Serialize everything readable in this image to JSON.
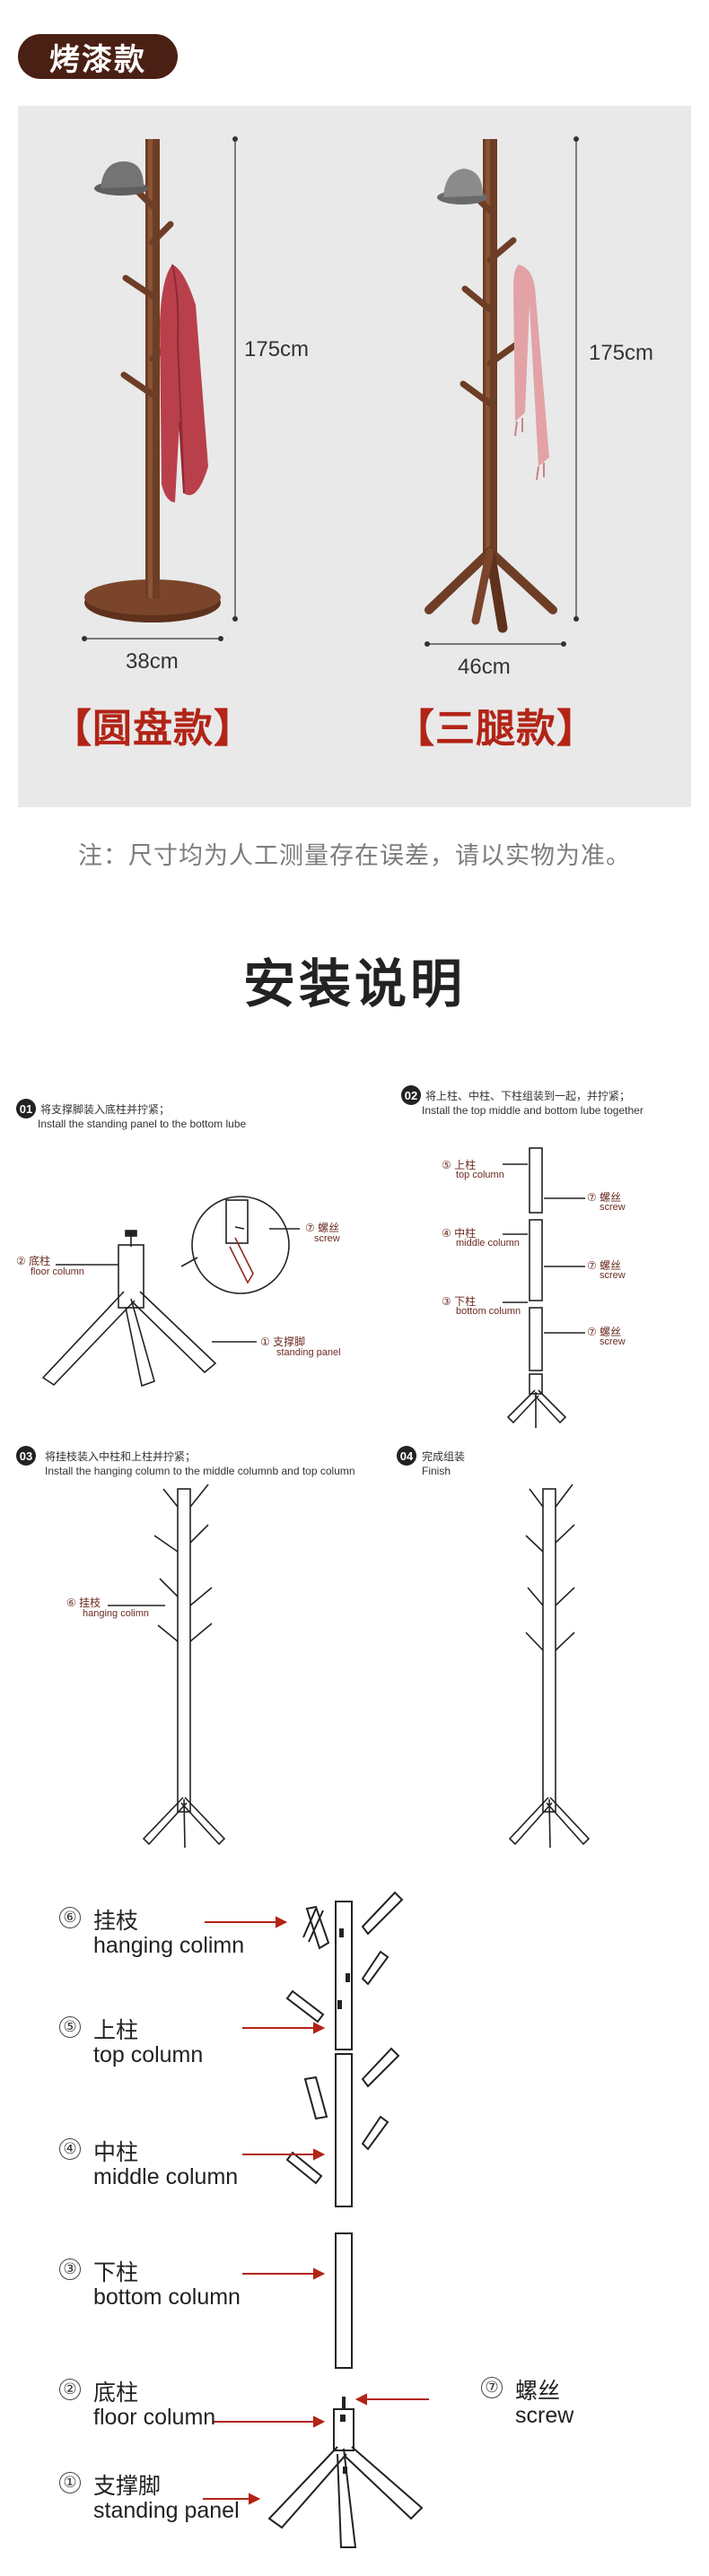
{
  "badge": "烤漆款",
  "variants": [
    {
      "height": "175cm",
      "width": "38cm",
      "name": "【圆盘款】"
    },
    {
      "height": "175cm",
      "width": "46cm",
      "name": "【三腿款】"
    }
  ],
  "note": "注：尺寸均为人工测量存在误差，请以实物为准。",
  "heading": "安装说明",
  "steps": [
    {
      "num": "01",
      "cn": "将支撑脚装入底柱并拧紧；",
      "en": "Install the standing panel to the bottom lube"
    },
    {
      "num": "02",
      "cn": "将上柱、中柱、下柱组装到一起，并拧紧；",
      "en": "Install the top middle and bottom lube together"
    },
    {
      "num": "03",
      "cn": "将挂枝装入中柱和上柱并拧紧；",
      "en": "Install the hanging column to the middle columnb and top column"
    },
    {
      "num": "04",
      "cn": "完成组装",
      "en": "Finish"
    }
  ],
  "step1_labels": {
    "floor_cn": "底柱",
    "floor_en": "floor column",
    "screw_cn": "⑦ 螺丝",
    "screw_en": "screw",
    "panel_cn": "① 支撑脚",
    "panel_en": "standing panel"
  },
  "step2_labels": {
    "top_cn": "⑤ 上柱",
    "top_en": "top column",
    "mid_cn": "④ 中柱",
    "mid_en": "middle column",
    "bot_cn": "③ 下柱",
    "bot_en": "bottom column",
    "screw_cn": "⑦ 螺丝",
    "screw_en": "screw"
  },
  "step3_labels": {
    "hang_cn": "⑥ 挂枝",
    "hang_en": "hanging colimn"
  },
  "step1_floor_num": "②",
  "parts": [
    {
      "num": "⑥",
      "cn": "挂枝",
      "en": "hanging colimn"
    },
    {
      "num": "⑤",
      "cn": "上柱",
      "en": "top column"
    },
    {
      "num": "④",
      "cn": "中柱",
      "en": "middle column"
    },
    {
      "num": "③",
      "cn": "下柱",
      "en": "bottom column"
    },
    {
      "num": "②",
      "cn": "底柱",
      "en": "floor column"
    },
    {
      "num": "①",
      "cn": "支撑脚",
      "en": "standing panel"
    }
  ],
  "screw_part": {
    "num": "⑦",
    "cn": "螺丝",
    "en": "screw"
  },
  "colors": {
    "wood": "#6e3d26",
    "badge": "#4a1f14",
    "accent_red": "#b22416",
    "label_brown": "#6b2b20"
  }
}
